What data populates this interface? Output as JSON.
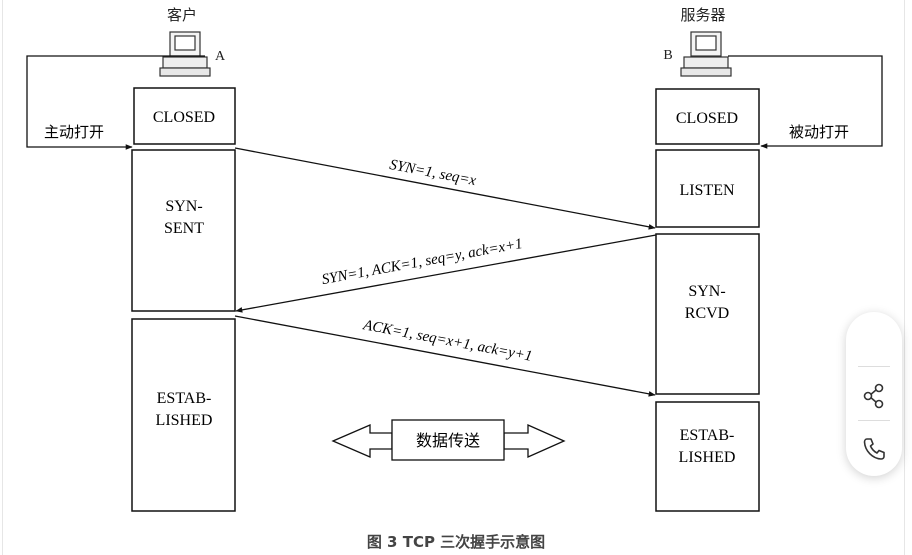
{
  "diagram": {
    "client_title": "客户",
    "client_letter": "A",
    "server_title": "服务器",
    "server_letter": "B",
    "client_states": [
      "CLOSED",
      "SYN-\nSENT",
      "ESTAB-\nLISHED"
    ],
    "server_states": [
      "CLOSED",
      "LISTEN",
      "SYN-\nRCVD",
      "ESTAB-\nLISHED"
    ],
    "client_open_label": "主动打开",
    "server_open_label": "被动打开",
    "messages": [
      "SYN=1, seq=x",
      "SYN=1, ACK=1, seq=y, ack=x+1",
      "ACK=1, seq=x+1, ack=y+1"
    ],
    "data_transfer_label": "数据传送"
  },
  "caption": "图 3 TCP 三次握手示意图",
  "side_panel": {
    "buttons": [
      "share-icon",
      "phone-icon"
    ]
  }
}
